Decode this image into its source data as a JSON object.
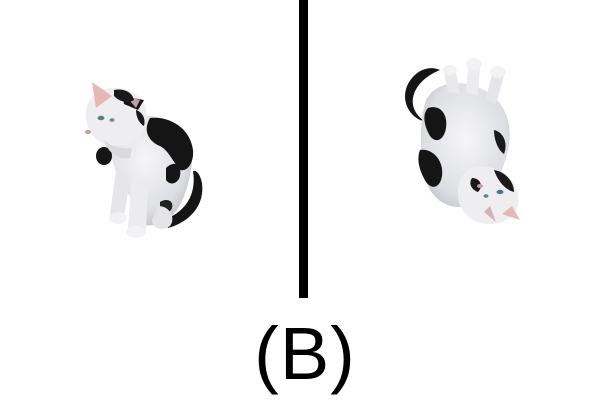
{
  "figure": {
    "label": "(B)",
    "panels": [
      {
        "id": "left",
        "subject": "cat-upright-icon"
      },
      {
        "id": "right",
        "subject": "cat-upside-down-icon"
      }
    ],
    "colors": {
      "background": "#ffffff",
      "divider": "#000000",
      "fur_white": "#e9e9ec",
      "fur_black": "#151515",
      "ear_pink": "#e7b7b5"
    }
  }
}
